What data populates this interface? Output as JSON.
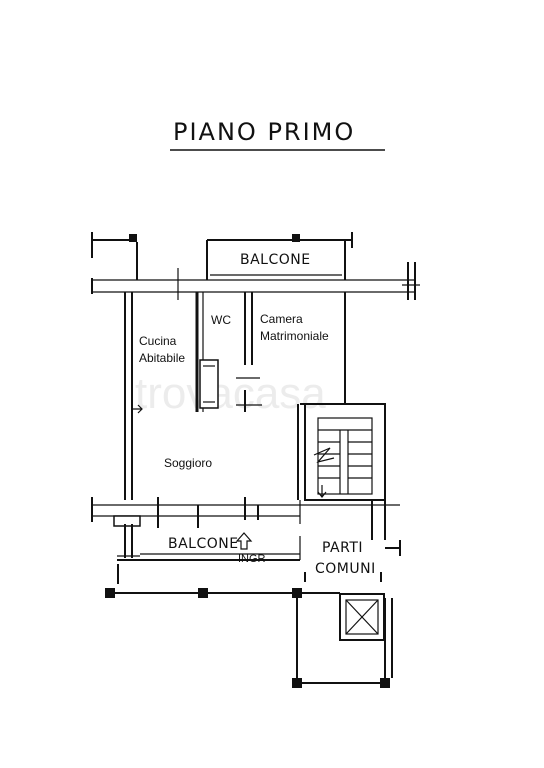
{
  "plan": {
    "title": "PIANO PRIMO",
    "watermark": "trovacasa",
    "rooms": {
      "balcone_top": "BALCONE",
      "wc": "WC",
      "camera_line1": "Camera",
      "camera_line2": "Matrimoniale",
      "cucina_line1": "Cucina",
      "cucina_line2": "Abitabile",
      "soggiorno": "Soggioro",
      "balcone_bottom": "BALCONE",
      "ingresso": "INGR",
      "parti_line1": "PARTI",
      "parti_line2": "COMUNI"
    }
  }
}
